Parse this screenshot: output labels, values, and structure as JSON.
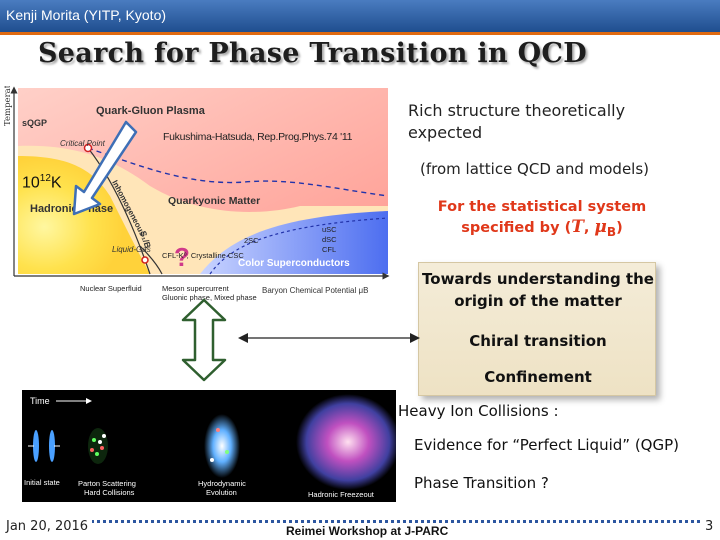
{
  "header": {
    "text": "Kenji Morita (YITP, Kyoto)"
  },
  "title": "Search for Phase Transition in QCD",
  "phase_diagram": {
    "axis_y": "Temperature T",
    "axis_x": "Baryon Chemical Potential μB",
    "qgp": "Quark-Gluon Plasma",
    "sqgp": "sQGP",
    "critical_point": "Critical Point",
    "inhomogeneous": "Inhomogeneous",
    "hadronic": "Hadronic Phase",
    "quarkyonic": "Quarkyonic Matter",
    "s1b": "S₁/B",
    "liquid_gas": "Liquid-Gas",
    "question": "?",
    "two_sc": "2SC",
    "usc": "uSC",
    "dsc": "dSC",
    "cfl": "CFL",
    "color_sc": "Color Superconductors",
    "cfl_line": "CFL-K⁰, Crystalline CSC",
    "meson": "Meson supercurrent",
    "gluonic": "Gluonic phase, Mixed phase",
    "nuclear": "Nuclear Superfluid"
  },
  "reference": "Fukushima-Hatsuda, Rep.Prog.Phys.74 '11",
  "temperature": {
    "base": "10",
    "exp": "12",
    "unit": "K"
  },
  "rich_text": "Rich structure theoretically expected",
  "lattice_text": "(from lattice QCD and models)",
  "statistical": {
    "line1": "For the statistical system",
    "line2_prefix": "specified by (",
    "T": "T",
    "sep": ", ",
    "mu": "μ",
    "mu_sub": "B",
    "close": ")"
  },
  "box": {
    "line1": "Towards understanding the",
    "line2": "origin of the matter",
    "line3": "Chiral transition",
    "line4": "Confinement"
  },
  "collision": {
    "time": "Time",
    "stage1": "Initial state",
    "stage2_a": "Parton Scattering",
    "stage2_b": "Hard Collisions",
    "stage3_a": "Hydrodynamic",
    "stage3_b": "Evolution",
    "stage4": "Hadronic Freezeout"
  },
  "hic_text": "Heavy Ion Collisions :",
  "perfect_text": "Evidence for “Perfect Liquid” (QGP)",
  "pt_text": "Phase Transition ?",
  "footer": {
    "date": "Jan 20, 2016",
    "center": "Reimei Workshop at J-PARC",
    "page": "3"
  },
  "colors": {
    "header": "#2a5ea8",
    "accent_red": "#e0381a",
    "box_bg": "#f1e8d0",
    "arrow_blue": "#3e6fb6"
  }
}
